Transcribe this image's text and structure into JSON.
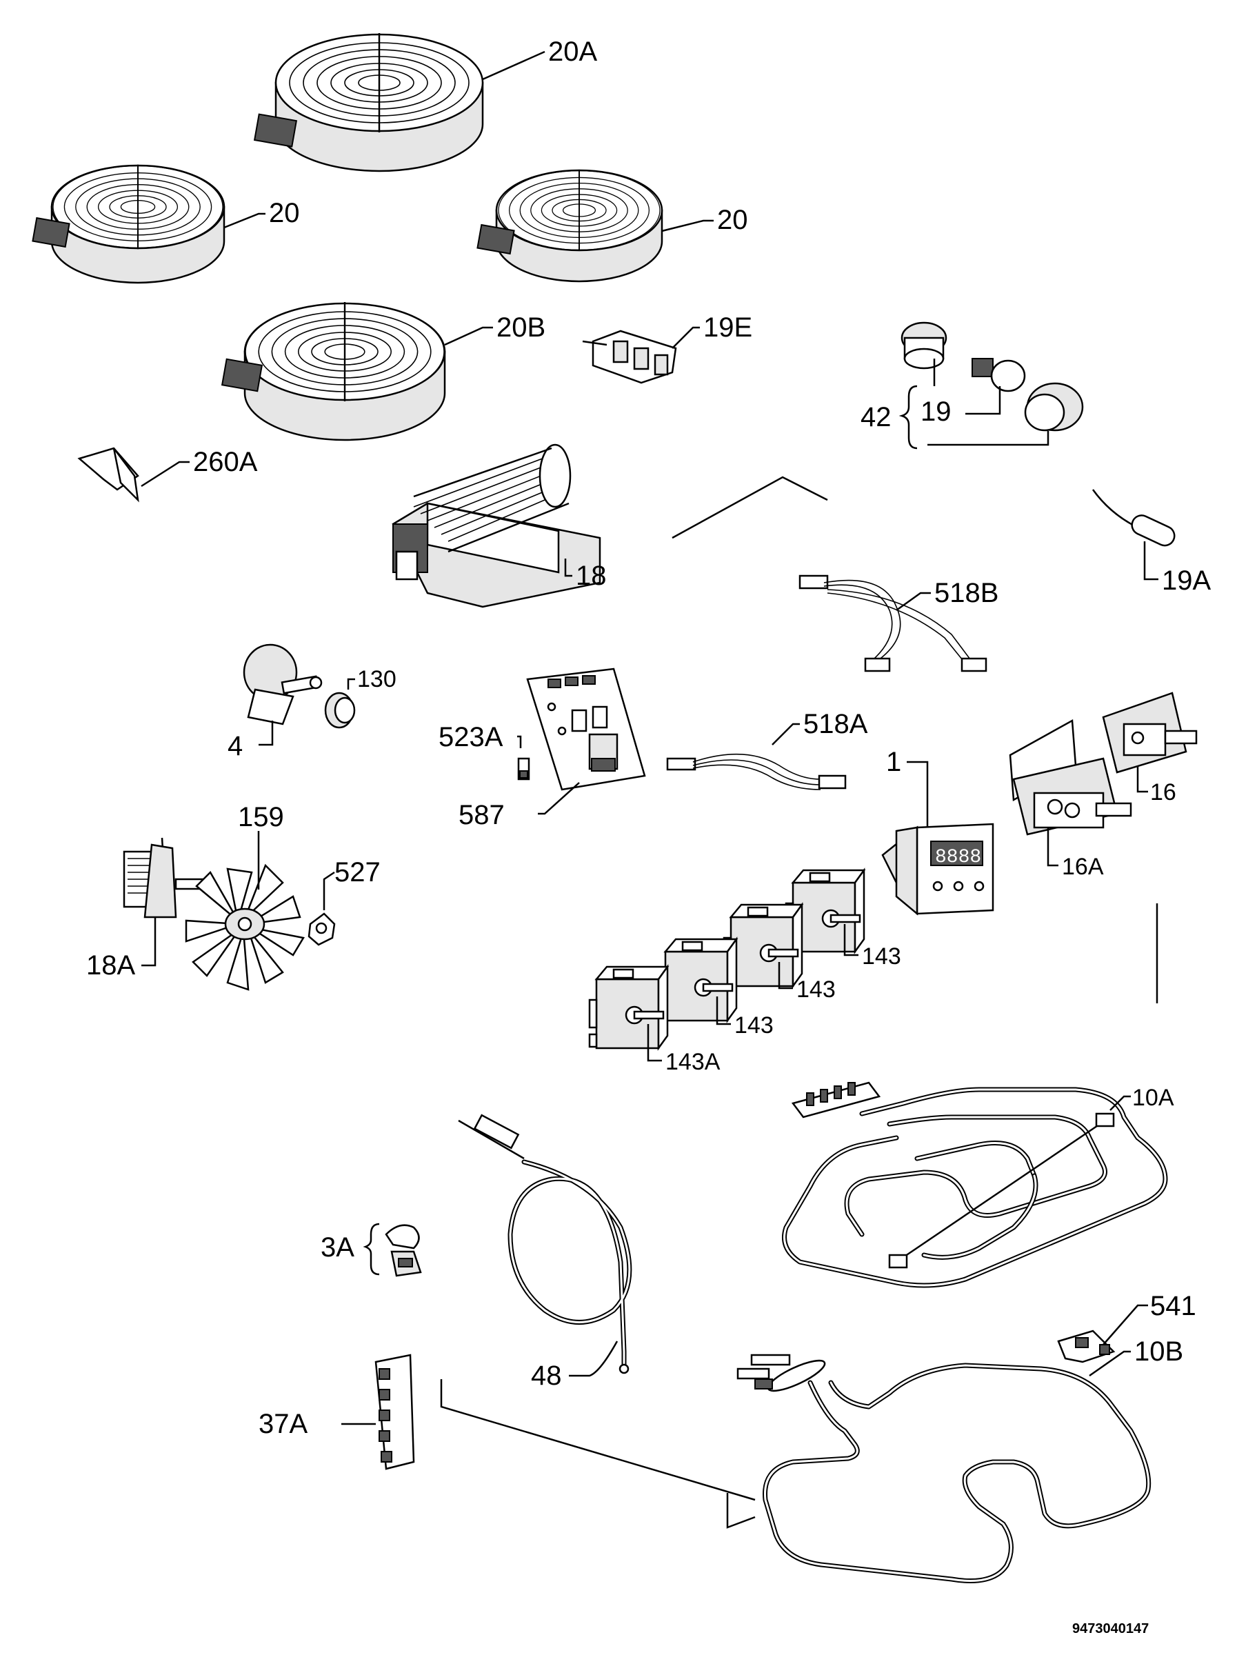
{
  "labels": {
    "p20a": "20A",
    "p20_left": "20",
    "p20_right": "20",
    "p20b": "20B",
    "p19e": "19E",
    "p42": "42",
    "p19": "19",
    "p260a": "260A",
    "p18": "18",
    "p19a": "19A",
    "p518b": "518B",
    "p130": "130",
    "p4": "4",
    "p523a": "523A",
    "p518a": "518A",
    "p1": "1",
    "p16": "16",
    "p587": "587",
    "p159": "159",
    "p527": "527",
    "p16a": "16A",
    "p18a": "18A",
    "p143_1": "143",
    "p143_2": "143",
    "p143_3": "143",
    "p143a": "143A",
    "p10a": "10A",
    "p3a": "3A",
    "p541": "541",
    "p48": "48",
    "p10b": "10B",
    "p37a": "37A"
  },
  "document_id": "9473040147",
  "display_digits": "8888"
}
